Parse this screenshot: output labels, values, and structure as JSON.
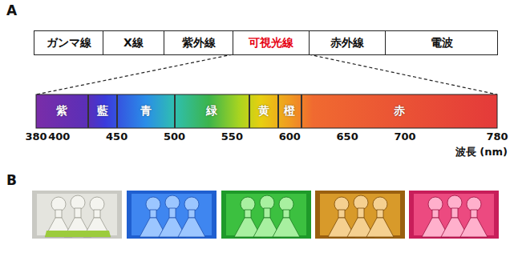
{
  "diagram": {
    "nodes": [
      {
        "text": [
          "ガンマ線"
        ]
      },
      {
        "text": [
          "X線"
        ]
      },
      {
        "text": [
          "紫外線"
        ]
      },
      {
        "text": [
          "可視光線"
        ]
      },
      {
        "text": [
          "赤外線"
        ]
      },
      {
        "text": [
          "電波"
        ]
      },
      {
        "text": [
          "紫"
        ]
      },
      {
        "text": [
          "藍"
        ]
      },
      {
        "text": [
          "青"
        ]
      },
      {
        "text": [
          "緑"
        ]
      },
      {
        "text": [
          "黄"
        ]
      },
      {
        "text": [
          "橙"
        ]
      },
      {
        "text": [
          "赤"
        ]
      }
    ],
    "labels": [
      "A",
      "380",
      "400",
      "450",
      "500",
      "550",
      "600",
      "650",
      "700",
      "780",
      "波長 (nm)",
      "B"
    ]
  }
}
